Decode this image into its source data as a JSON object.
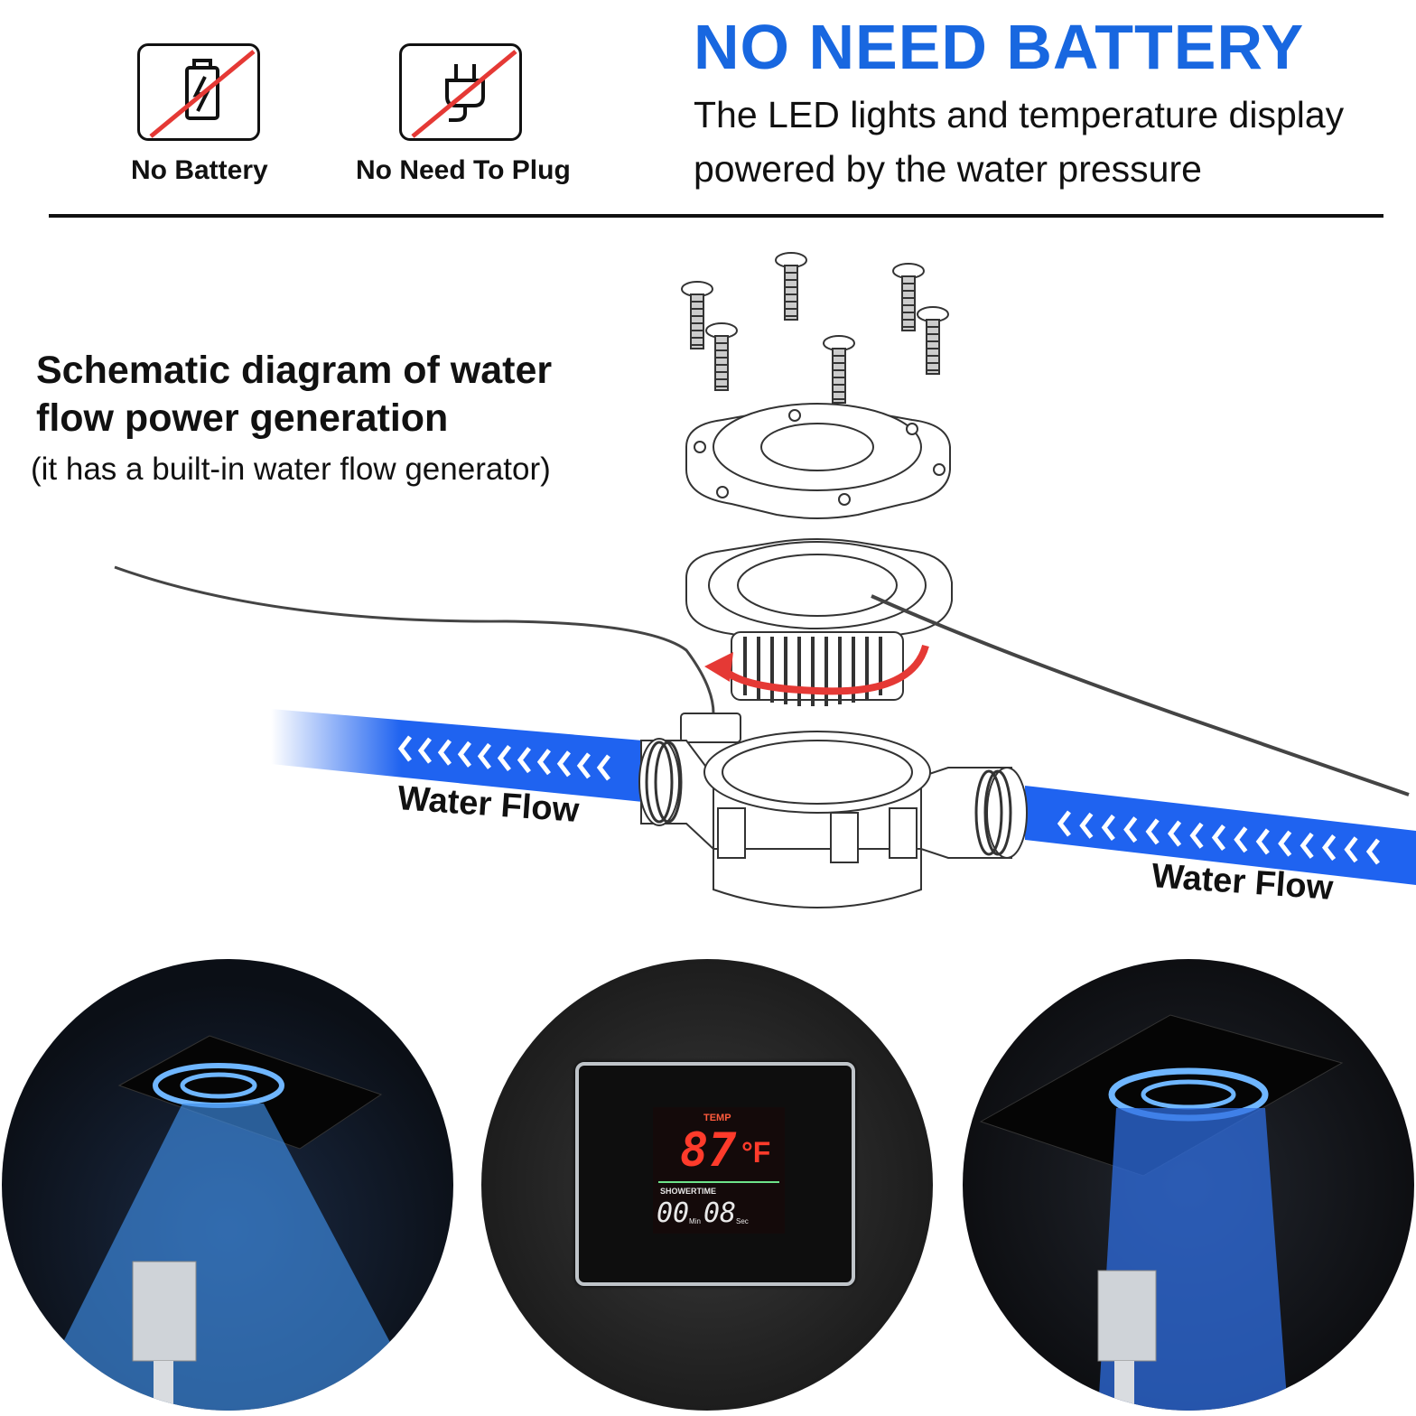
{
  "badges": [
    {
      "label": "No Battery",
      "icon": "no-battery-icon"
    },
    {
      "label": "No Need To Plug",
      "icon": "no-plug-icon"
    }
  ],
  "headline": {
    "title": "NO NEED BATTERY",
    "line1": "The LED lights and temperature display",
    "line2": "powered by the water pressure"
  },
  "schematic": {
    "title_line1": "Schematic diagram of water",
    "title_line2": "flow power generation",
    "subtitle": "(it has a built-in water flow generator)",
    "flow_label_left": "Water Flow",
    "flow_label_right": "Water Flow"
  },
  "display": {
    "temp_label": "TEMP",
    "temp_value": "87",
    "temp_unit": "°F",
    "timer_label": "SHOWERTIME",
    "minutes": "00",
    "min_unit": "Min",
    "seconds": "08",
    "sec_unit": "Sec"
  },
  "colors": {
    "accent": "#1867e0",
    "water": "#1f63f0",
    "arrow": "#e53935",
    "slash": "#e53935"
  }
}
